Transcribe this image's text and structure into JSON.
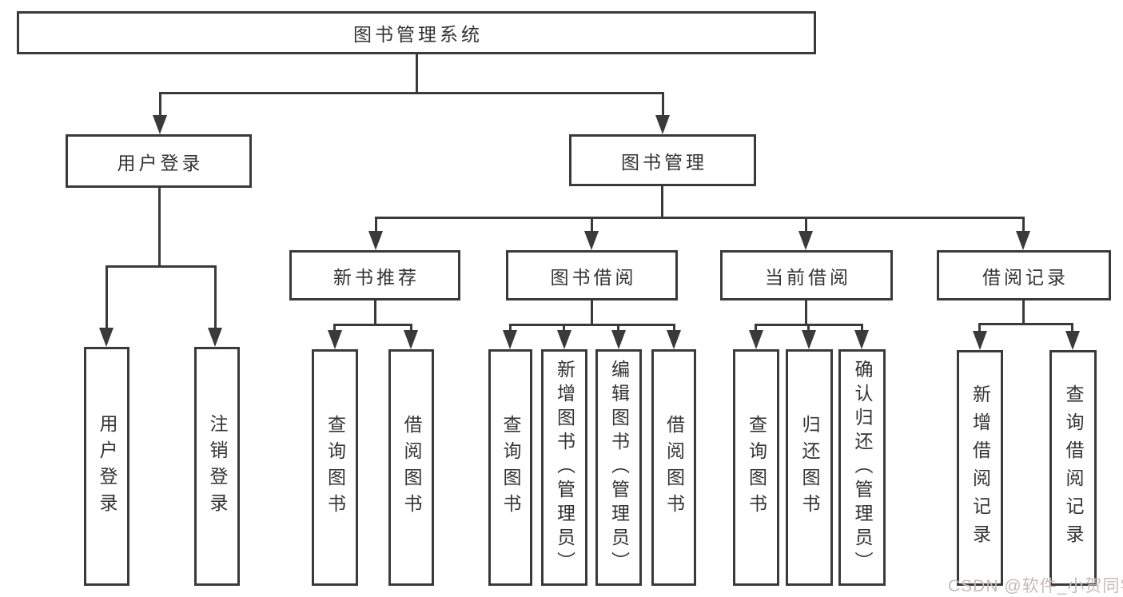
{
  "tree": {
    "root": {
      "label": "图书管理系统"
    },
    "branches": [
      {
        "label": "用户登录",
        "children": [
          {
            "label": "用户登录"
          },
          {
            "label": "注销登录"
          }
        ]
      },
      {
        "label": "图书管理",
        "children": [
          {
            "label": "新书推荐",
            "children": [
              {
                "label": "查询图书"
              },
              {
                "label": "借阅图书"
              }
            ]
          },
          {
            "label": "图书借阅",
            "children": [
              {
                "label": "查询图书"
              },
              {
                "label": "新增图书（管理员）"
              },
              {
                "label": "编辑图书（管理员）"
              },
              {
                "label": "借阅图书"
              }
            ]
          },
          {
            "label": "当前借阅",
            "children": [
              {
                "label": "查询图书"
              },
              {
                "label": "归还图书"
              },
              {
                "label": "确认归还（管理员）"
              }
            ]
          },
          {
            "label": "借阅记录",
            "children": [
              {
                "label": "新增借阅记录"
              },
              {
                "label": "查询借阅记录"
              }
            ]
          }
        ]
      }
    ]
  },
  "watermark": {
    "text": "CSDN @软件_小贺同学"
  },
  "colors": {
    "line": "#3a3a3a",
    "text": "#333333",
    "background": "#ffffff",
    "watermark": "#c8baba"
  }
}
